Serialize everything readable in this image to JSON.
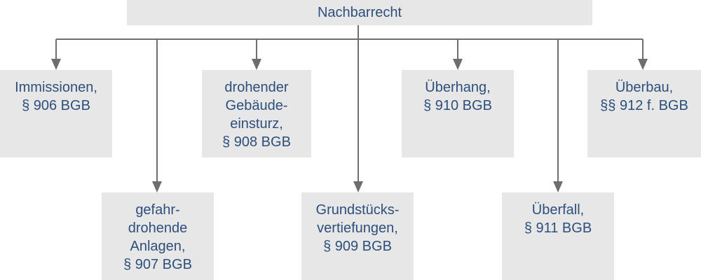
{
  "root": {
    "label": "Nachbarrecht"
  },
  "nodes": [
    {
      "id": "immissionen",
      "lines": [
        "Immissionen,",
        "§ 906 BGB"
      ]
    },
    {
      "id": "gefahrdrohende-anlagen",
      "lines": [
        "gefahr-",
        "drohende",
        "Anlagen,",
        "§ 907 BGB"
      ]
    },
    {
      "id": "gebaeudeeinsturz",
      "lines": [
        "drohender",
        "Gebäude-",
        "einsturz,",
        "§ 908 BGB"
      ]
    },
    {
      "id": "grundstuecksvertiefungen",
      "lines": [
        "Grundstücks-",
        "vertiefungen,",
        "§ 909 BGB"
      ]
    },
    {
      "id": "ueberhang",
      "lines": [
        "Überhang,",
        "§ 910 BGB"
      ]
    },
    {
      "id": "ueberfall",
      "lines": [
        "Überfall,",
        "§ 911 BGB"
      ]
    },
    {
      "id": "ueberbau",
      "lines": [
        "Überbau,",
        "§§ 912 f. BGB"
      ]
    }
  ],
  "colors": {
    "box_fill": "#e7e7e7",
    "text": "#2c4f7c",
    "connector": "#6e6e6e"
  }
}
